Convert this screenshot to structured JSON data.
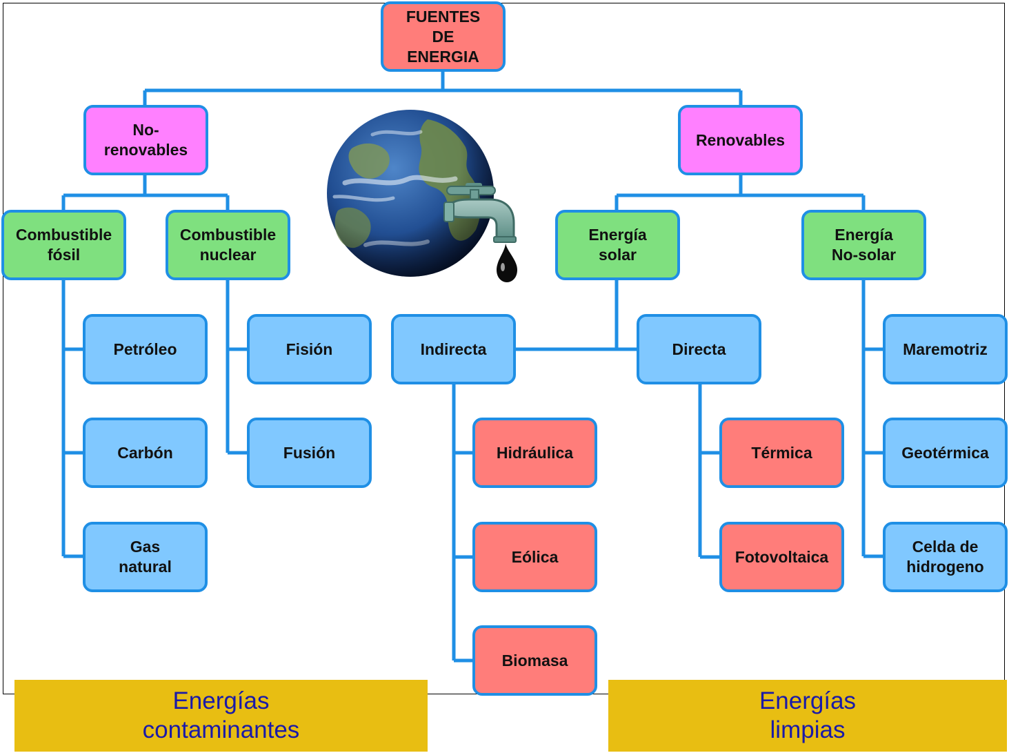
{
  "nodes": {
    "root": "FUENTES\nDE\nENERGIA",
    "no_renovables": "No-\nrenovables",
    "renovables": "Renovables",
    "combustible_fosil": "Combustible\nfósil",
    "combustible_nuclear": "Combustible\nnuclear",
    "energia_solar": "Energía\nsolar",
    "energia_no_solar": "Energía\nNo-solar",
    "petroleo": "Petróleo",
    "carbon": "Carbón",
    "gas_natural": "Gas\nnatural",
    "fision": "Fisión",
    "fusion": "Fusión",
    "indirecta": "Indirecta",
    "directa": "Directa",
    "hidraulica": "Hidráulica",
    "eolica": "Eólica",
    "biomasa": "Biomasa",
    "termica": "Térmica",
    "fotovoltaica": "Fotovoltaica",
    "maremotriz": "Maremotriz",
    "geotermica": "Geotérmica",
    "celda_hidrogeno": "Celda de\nhidrogeno"
  },
  "bands": {
    "contaminantes": "Energías\ncontaminantes",
    "limpias": "Energías\nlimpias"
  },
  "colors": {
    "connector": "#1f8fe5",
    "root_red": "#ff7d7a",
    "category_pink": "#ff80ff",
    "type_green": "#7fe07f",
    "source_blue": "#80c8ff",
    "band_gold": "#e8be12",
    "band_text": "#1a1aa8"
  },
  "icons": [
    "earth-globe-icon",
    "water-tap-icon",
    "oil-drop-icon"
  ]
}
